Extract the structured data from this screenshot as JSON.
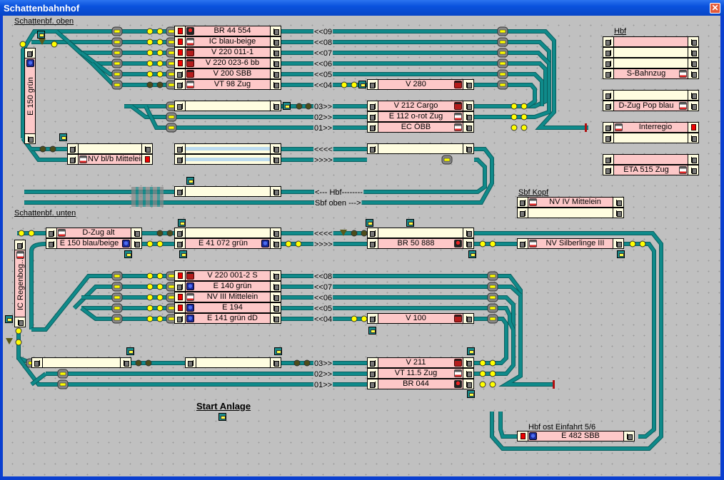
{
  "window": {
    "title": "Schattenbahnhof",
    "close_icon": "close-icon"
  },
  "sections": {
    "oben": "Schattenbf. oben",
    "unten": "Schattenbf. unten",
    "hbf": "Hbf",
    "sbf_kopf": "Sbf Kopf",
    "hbf_ost": "Hbf ost Einfahrt 5/6",
    "start": "Start Anlage"
  },
  "track_labels": {
    "oben_in": [
      "<<09",
      "<<08",
      "<<07",
      "<<06",
      "<<05",
      "<<04"
    ],
    "oben_out": [
      "03>>",
      "02>>",
      "01>>"
    ],
    "unten_in": [
      "<<08",
      "<<07",
      "<<06",
      "<<05",
      "<<04"
    ],
    "unten_out": [
      "03>>",
      "02>>",
      "01>>"
    ],
    "loop_left": "<<<<",
    "loop_right": ">>>>",
    "hbf_link": "<--- Hbf--------",
    "sbf_link": "Sbf oben --->",
    "unten_left": "<<<<",
    "unten_right": ">>>>"
  },
  "blocks": {
    "oben_main": [
      {
        "train": "BR 44 554",
        "loco": "steam",
        "signal": "red"
      },
      {
        "train": "IC blau-beige",
        "loco": "ice",
        "signal": "red"
      },
      {
        "train": "V 220 011-1",
        "loco": "diesel",
        "signal": "red"
      },
      {
        "train": "V 220 023-6 bb",
        "loco": "diesel",
        "signal": "red"
      },
      {
        "train": "V 200  SBB",
        "loco": "diesel",
        "signal": "none"
      },
      {
        "train": "VT 98 Zug",
        "loco": "ice",
        "signal": "none"
      }
    ],
    "oben_04": {
      "train": "V 280",
      "loco": "diesel"
    },
    "oben_exit": [
      {
        "train": "V 212 Cargo",
        "loco": "diesel"
      },
      {
        "train": "E 112 o-rot Zug",
        "loco": "ice"
      },
      {
        "train": "EC ÖBB",
        "loco": "ice"
      }
    ],
    "oben_03_empty": {
      "train": ""
    },
    "e150_gruen": {
      "train": "E 150 grün",
      "loco": "elec"
    },
    "nv_left": [
      {
        "train": ""
      },
      {
        "train": "NV bl/b Mittelein...",
        "loco": "ice"
      }
    ],
    "loop_mid": [
      {
        "train": ""
      },
      {
        "train": ""
      }
    ],
    "hbf_mid": {
      "train": ""
    },
    "hbf": [
      {
        "train": "",
        "occupied": true
      },
      {
        "train": "",
        "occupied": false
      },
      {
        "train": "",
        "occupied": false
      },
      {
        "train": "S-Bahnzug",
        "occupied": true,
        "loco": "ice"
      },
      {
        "train": "",
        "occupied": false
      },
      {
        "train": "D-Zug Pop blau",
        "occupied": true,
        "loco": "ice"
      },
      {
        "train": "Interregio",
        "occupied": true,
        "loco": "ice"
      },
      {
        "train": "",
        "occupied": false
      },
      {
        "train": "",
        "occupied": true
      },
      {
        "train": "ETA 515 Zug",
        "occupied": true,
        "loco": "ice"
      }
    ],
    "sbf_kopf": [
      {
        "train": "NV IV Mittelein",
        "loco": "ice"
      },
      {
        "train": ""
      }
    ],
    "unten_top": [
      {
        "train": "D-Zug alt",
        "loco": "ice"
      },
      {
        "train": "E 150 blau/beige",
        "loco": "elec"
      },
      {
        "train": ""
      },
      {
        "train": "E 41 072 grün",
        "loco": "elec"
      },
      {
        "train": ""
      },
      {
        "train": "BR 50 888",
        "loco": "steam"
      },
      {
        "train": "NV Silberlinge III",
        "loco": "ice"
      }
    ],
    "ic_regenbog": {
      "train": "IC Regenbog...",
      "loco": "ice"
    },
    "unten_main": [
      {
        "train": "V 220 001-2 S",
        "loco": "diesel",
        "signal": "red"
      },
      {
        "train": "E 140 grün",
        "loco": "elec",
        "signal": "none"
      },
      {
        "train": "NV III Mittelein",
        "loco": "ice",
        "signal": "red"
      },
      {
        "train": "E 194",
        "loco": "elec",
        "signal": "red"
      },
      {
        "train": "E 141 grün dD",
        "loco": "elec",
        "signal": "none"
      }
    ],
    "unten_04": {
      "train": "V 100",
      "loco": "diesel"
    },
    "unten_exit": [
      {
        "train": "V 211",
        "loco": "diesel"
      },
      {
        "train": "VT 11.5 Zug",
        "loco": "ice"
      },
      {
        "train": "BR 044",
        "loco": "steam"
      }
    ],
    "unten_03_empty": [
      {
        "train": ""
      },
      {
        "train": ""
      }
    ],
    "hbf_ost": {
      "train": "E 482 SBB",
      "loco": "elec"
    }
  },
  "colors": {
    "track": "#0f8a8a",
    "track_hi": "#3dd0d0",
    "occupied": "#fdc8c8",
    "free": "#fffde0",
    "signal_red": "#ee0000",
    "lamp": "#ffff00",
    "background": "#c0c0c0"
  }
}
